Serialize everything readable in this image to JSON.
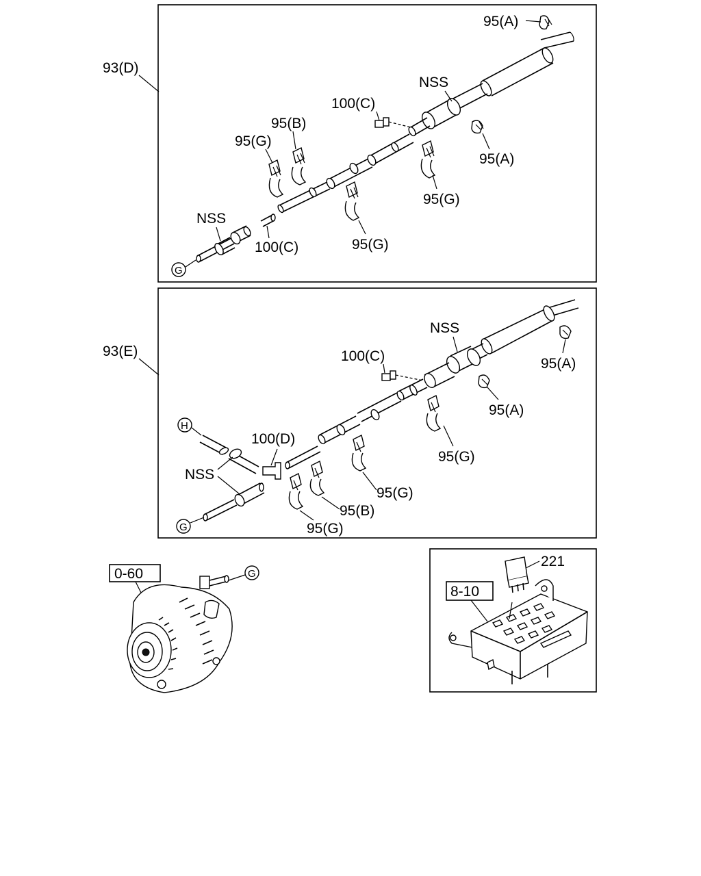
{
  "diagram": {
    "top_panel": {
      "ref": "93(D)",
      "labels": {
        "a1": "95(A)",
        "a2": "95(A)",
        "nss1": "NSS",
        "nss2": "NSS",
        "c1": "100(C)",
        "c2": "100(C)",
        "b1": "95(B)",
        "g1": "95(G)",
        "g2": "95(G)",
        "g3": "95(G)",
        "conn": "G"
      }
    },
    "middle_panel": {
      "ref": "93(E)",
      "labels": {
        "nss1": "NSS",
        "nss2": "NSS",
        "c1": "100(C)",
        "d1": "100(D)",
        "a1": "95(A)",
        "a2": "95(A)",
        "g1": "95(G)",
        "g2": "95(G)",
        "g3": "95(G)",
        "b1": "95(B)",
        "conn_h": "H",
        "conn_g": "G"
      }
    },
    "alternator": {
      "ref": "0-60",
      "conn": "G"
    },
    "relay_box": {
      "ref": "8-10",
      "part": "221"
    }
  }
}
